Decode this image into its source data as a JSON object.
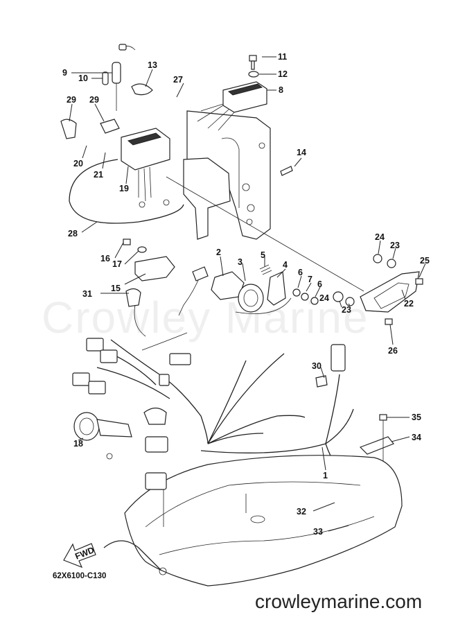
{
  "callouts": [
    {
      "id": "c1",
      "text": "1"
    },
    {
      "id": "c2",
      "text": "2"
    },
    {
      "id": "c3",
      "text": "3"
    },
    {
      "id": "c4",
      "text": "4"
    },
    {
      "id": "c5",
      "text": "5"
    },
    {
      "id": "c6a",
      "text": "6"
    },
    {
      "id": "c6b",
      "text": "6"
    },
    {
      "id": "c7",
      "text": "7"
    },
    {
      "id": "c8",
      "text": "8"
    },
    {
      "id": "c9",
      "text": "9"
    },
    {
      "id": "c10",
      "text": "10"
    },
    {
      "id": "c11",
      "text": "11"
    },
    {
      "id": "c12",
      "text": "12"
    },
    {
      "id": "c13",
      "text": "13"
    },
    {
      "id": "c14",
      "text": "14"
    },
    {
      "id": "c15",
      "text": "15"
    },
    {
      "id": "c16",
      "text": "16"
    },
    {
      "id": "c17",
      "text": "17"
    },
    {
      "id": "c18",
      "text": "18"
    },
    {
      "id": "c19",
      "text": "19"
    },
    {
      "id": "c20",
      "text": "20"
    },
    {
      "id": "c21",
      "text": "21"
    },
    {
      "id": "c22",
      "text": "22"
    },
    {
      "id": "c23a",
      "text": "23"
    },
    {
      "id": "c23b",
      "text": "23"
    },
    {
      "id": "c24a",
      "text": "24"
    },
    {
      "id": "c24b",
      "text": "24"
    },
    {
      "id": "c25",
      "text": "25"
    },
    {
      "id": "c26",
      "text": "26"
    },
    {
      "id": "c27",
      "text": "27"
    },
    {
      "id": "c28",
      "text": "28"
    },
    {
      "id": "c29a",
      "text": "29"
    },
    {
      "id": "c29b",
      "text": "29"
    },
    {
      "id": "c30",
      "text": "30"
    },
    {
      "id": "c31",
      "text": "31"
    },
    {
      "id": "c32",
      "text": "32"
    },
    {
      "id": "c33",
      "text": "33"
    },
    {
      "id": "c34",
      "text": "34"
    },
    {
      "id": "c35",
      "text": "35"
    }
  ],
  "fwd_label": "FWD",
  "diagram_code": "62X6100-C130",
  "watermark": "Crowley Marine",
  "footer": "crowleymarine.com"
}
